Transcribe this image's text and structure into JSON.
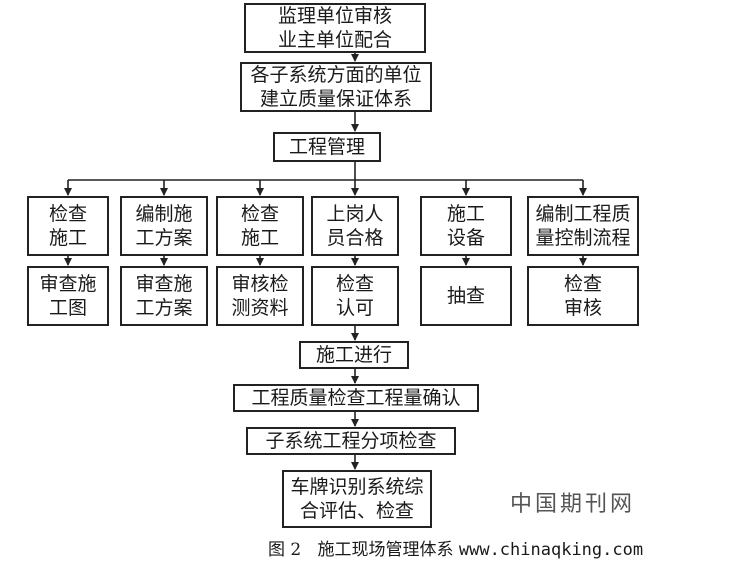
{
  "diagram": {
    "top_boxes": [
      "监理单位审核\n业主单位配合",
      "各子系统方面的单位\n建立质量保证体系",
      "工程管理"
    ],
    "columns": [
      {
        "top": "检查\n施工",
        "bottom": "审查施\n工图"
      },
      {
        "top": "编制施\n工方案",
        "bottom": "审查施\n工方案"
      },
      {
        "top": "检查\n施工",
        "bottom": "审核检\n测资料"
      },
      {
        "top": "上岗人\n员合格",
        "bottom": "检查\n认可"
      },
      {
        "top": "施工\n设备",
        "bottom": "抽查"
      },
      {
        "top": "编制工程质\n量控制流程",
        "bottom": "检查\n审核"
      }
    ],
    "bottom_boxes": [
      "施工进行",
      "工程质量检查工程量确认",
      "子系统工程分项检查",
      "车牌识别系统综\n合评估、检查"
    ]
  },
  "watermark": "中国期刊网",
  "caption": {
    "figure": "图 2",
    "title": "施工现场管理体系",
    "url": "www.chinaqking.com"
  },
  "colors": {
    "line": "#222222",
    "text": "#1a1a1a",
    "background": "#ffffff"
  }
}
